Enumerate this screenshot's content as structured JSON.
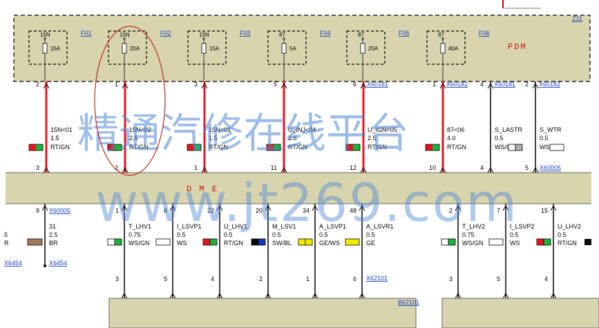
{
  "pdm": {
    "label": "PDM",
    "ref": "Z11"
  },
  "dme": {
    "label": "D M E"
  },
  "fuses": [
    {
      "terminal": "15N",
      "id": "F01",
      "rating": "15A"
    },
    {
      "terminal": "15N",
      "id": "F02",
      "rating": "20A"
    },
    {
      "terminal": "15N",
      "id": "F03",
      "rating": "15A"
    },
    {
      "terminal": "87",
      "id": "F04",
      "rating": "5A"
    },
    {
      "terminal": "87",
      "id": "F05",
      "rating": "20A"
    },
    {
      "terminal": "87",
      "id": "F06",
      "rating": "40A"
    }
  ],
  "upper_wires": [
    {
      "top_pin": "2",
      "bottom_pin": "3",
      "name": "15N<01",
      "size": "1.5",
      "color": "RT/GN",
      "top_conn": "",
      "bot_conn": ""
    },
    {
      "top_pin": "1",
      "bottom_pin": "2",
      "name": "15N<02",
      "size": "2.5",
      "color": "RT/GN",
      "top_conn": "",
      "bot_conn": ""
    },
    {
      "top_pin": "3",
      "bottom_pin": "1",
      "name": "15N<03",
      "size": "1.5",
      "color": "RT/GN",
      "top_conn": "",
      "bot_conn": ""
    },
    {
      "top_pin": "5",
      "bottom_pin": "11",
      "name": "U_INJ<04",
      "size": "2.5",
      "color": "RT/GN",
      "top_conn": "",
      "bot_conn": ""
    },
    {
      "top_pin": "6",
      "bottom_pin": "12",
      "name": "U_IGN<05",
      "size": "2.5",
      "color": "RT/GN",
      "top_conn": "X60181",
      "bot_conn": ""
    },
    {
      "top_pin": "1",
      "bottom_pin": "10",
      "name": "87<06",
      "size": "4.0",
      "color": "RT/GN",
      "top_conn": "X60182",
      "bot_conn": ""
    },
    {
      "top_pin": "4",
      "bottom_pin": "4",
      "name": "S_LASTR",
      "size": "0.5",
      "color": "WS/GR",
      "top_conn": "X60181",
      "bot_conn": ""
    },
    {
      "top_pin": "2",
      "bottom_pin": "5",
      "name": "S_WTR",
      "size": "0.5",
      "color": "WS",
      "top_conn": "X60182",
      "bot_conn": "X60005"
    }
  ],
  "lower_wires": [
    {
      "top_pin": "1",
      "bottom_pin": "3",
      "name": "T_LHV1",
      "size": "0.75",
      "color": "WS/GN"
    },
    {
      "top_pin": "6",
      "bottom_pin": "5",
      "name": "I_LSVP1",
      "size": "0.5",
      "color": "WS"
    },
    {
      "top_pin": "22",
      "bottom_pin": "4",
      "name": "U_LHV1",
      "size": "0.5",
      "color": "RT/GN"
    },
    {
      "top_pin": "20",
      "bottom_pin": "2",
      "name": "M_LSV1",
      "size": "0.5",
      "color": "SW/BL"
    },
    {
      "top_pin": "34",
      "bottom_pin": "1",
      "name": "A_LSVP1",
      "size": "0.5",
      "color": "GE/WS"
    },
    {
      "top_pin": "48",
      "bottom_pin": "6",
      "name": "A_LSVR1",
      "size": "0.5",
      "color": "GE"
    },
    {
      "top_pin": "2",
      "bottom_pin": "3",
      "name": "T_LHV2",
      "size": "0.75",
      "color": "WS/GN"
    },
    {
      "top_pin": "7",
      "bottom_pin": "5",
      "name": "I_LSVP2",
      "size": "0.5",
      "color": "WS"
    },
    {
      "top_pin": "15",
      "bottom_pin": "4",
      "name": "U_LHV2",
      "size": "0.5",
      "color": "RT/GN"
    }
  ],
  "left_wire": {
    "top_pin": "9",
    "top_conn": "X60005",
    "num": "31",
    "size": "2.5",
    "color": "BR",
    "bot_conn": "X6454",
    "left_num": "5",
    "left_color": "R",
    "left_conn": "X6454"
  },
  "lower_connectors": {
    "mid": "X62101",
    "right": "B62101"
  },
  "watermark": {
    "line1": "精通汽修在线平台",
    "line2": "www.jt269.com"
  },
  "swatches": {
    "red": "#e8141e",
    "green": "#18b53a",
    "white": "#ffffff",
    "black": "#0a0a0a",
    "blue": "#1436c8",
    "yellow": "#f4ec00",
    "brown": "#a4785a",
    "grey": "#b0b0b0",
    "beige": "#d8d4ae",
    "red_wire": "#e8141e"
  }
}
